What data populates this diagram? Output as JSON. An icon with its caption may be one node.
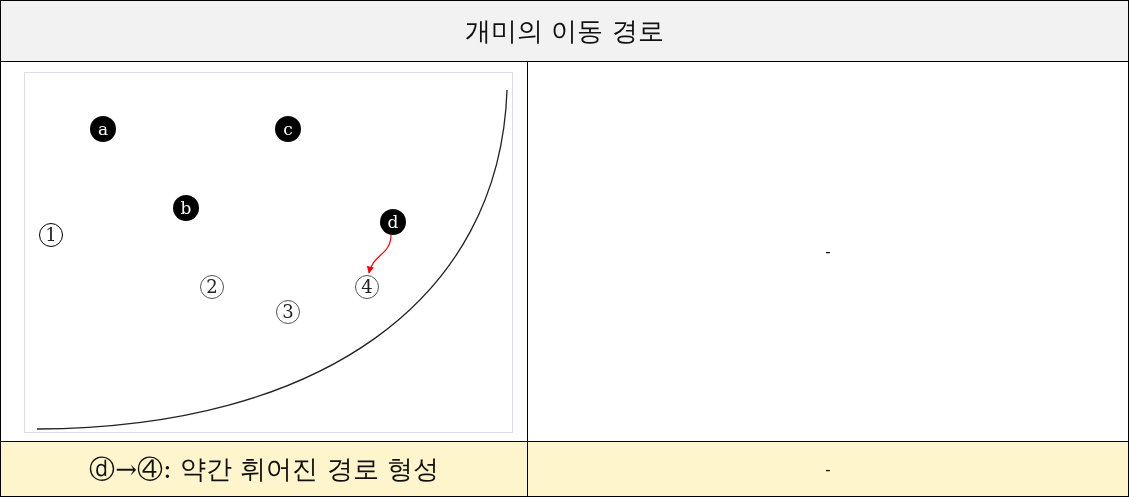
{
  "diagram": {
    "title": "개미의 이동 경로",
    "nodes": [
      {
        "text": [
          "a"
        ]
      },
      {
        "text": [
          "c"
        ]
      },
      {
        "text": [
          "b"
        ]
      },
      {
        "text": [
          "1"
        ]
      },
      {
        "text": [
          "d"
        ]
      },
      {
        "text": [
          "2"
        ]
      },
      {
        "text": [
          "4"
        ]
      },
      {
        "text": [
          "3"
        ]
      }
    ],
    "edges": [
      {
        "from": 4,
        "to": 6,
        "arrow": "to",
        "color": "#ff0000"
      }
    ],
    "labels": [
      "-",
      "ⓓ→④: 약간 휘어진 경로 형성",
      "-"
    ]
  }
}
